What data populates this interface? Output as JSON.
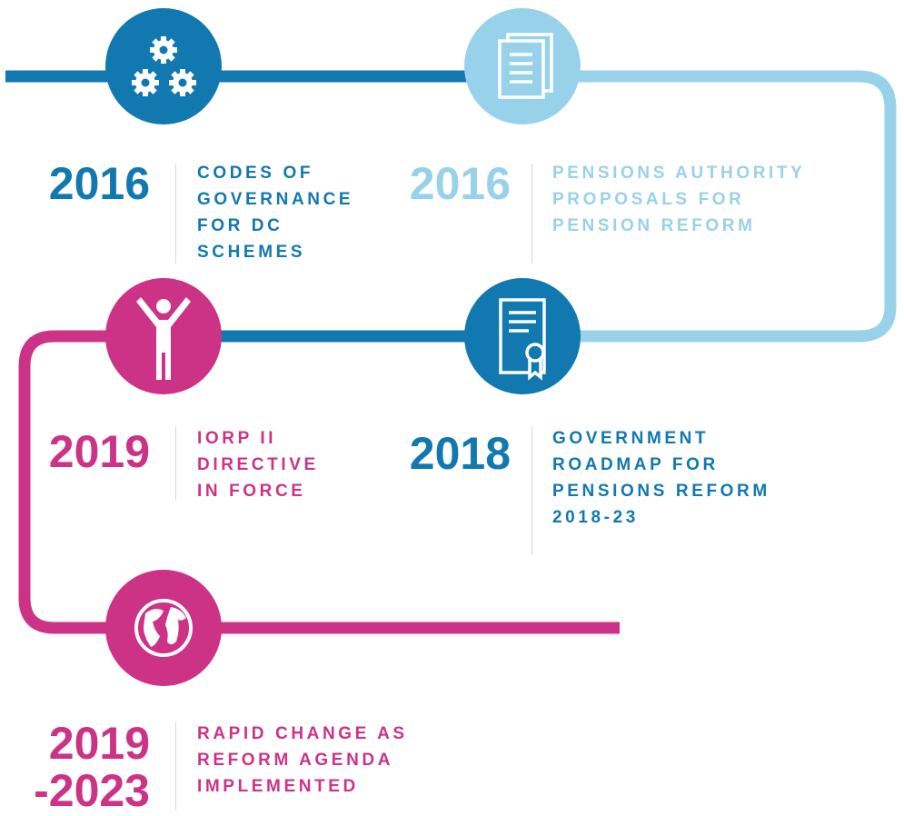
{
  "colors": {
    "dark_blue": "#1178b0",
    "light_blue": "#98d2ea",
    "pink": "#cc3386"
  },
  "milestones": [
    {
      "year": "2016",
      "label_lines": [
        "CODES OF",
        "GOVERNANCE",
        "FOR DC",
        "SCHEMES"
      ],
      "icon": "gears-icon",
      "color": "#1178b0"
    },
    {
      "year": "2016",
      "label_lines": [
        "PENSIONS AUTHORITY",
        "PROPOSALS FOR",
        "PENSION REFORM"
      ],
      "icon": "documents-icon",
      "color": "#98d2ea"
    },
    {
      "year": "2018",
      "label_lines": [
        "GOVERNMENT",
        "ROADMAP FOR",
        "PENSIONS REFORM",
        "2018-23"
      ],
      "icon": "certificate-icon",
      "color": "#1178b0"
    },
    {
      "year": "2019",
      "label_lines": [
        "IORP II",
        "DIRECTIVE",
        "IN FORCE"
      ],
      "icon": "person-icon",
      "color": "#cc3386"
    },
    {
      "year_lines": [
        "2019",
        "-2023"
      ],
      "label_lines": [
        "RAPID CHANGE AS",
        "REFORM AGENDA",
        "IMPLEMENTED"
      ],
      "icon": "globe-icon",
      "color": "#cc3386"
    }
  ]
}
